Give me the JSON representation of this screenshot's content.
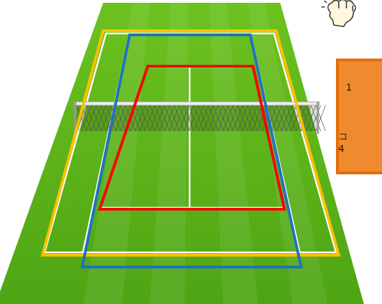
{
  "diagram": {
    "nodes": [
      {
        "text": [
          "1",
          "コ",
          "4"
        ]
      }
    ]
  }
}
